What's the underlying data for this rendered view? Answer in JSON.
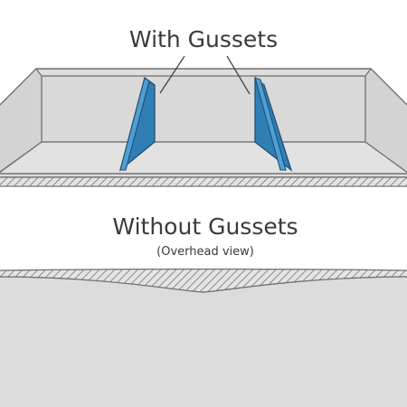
{
  "top_section": {
    "label": "With Gussets"
  },
  "bottom_section": {
    "label": "Without Gussets",
    "sublabel": "(Overhead view)"
  },
  "colors": {
    "background": "#ffffff",
    "tray_face": "#dcdcdc",
    "tray_outline": "#6f6f6f",
    "gusset_fill": "#3a8fc8",
    "gusset_outline": "#1f4f72",
    "hatch": "#8a8a8a",
    "text": "#3a3a3a"
  },
  "icons": {
    "gusset": "triangular-gusset-plate"
  }
}
